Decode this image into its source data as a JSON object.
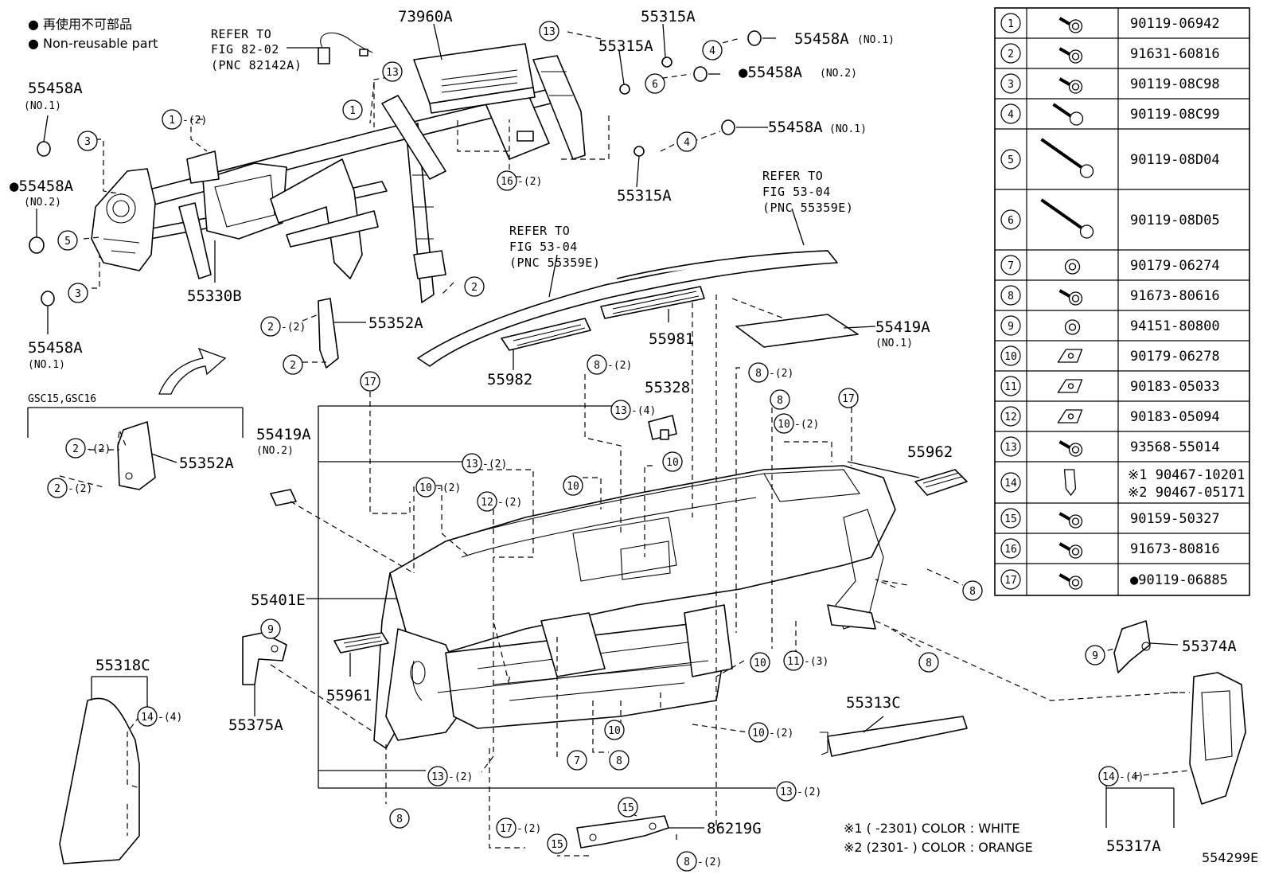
{
  "legend": {
    "line1": "● 再使用不可部品",
    "line2": "● Non-reusable part"
  },
  "figure_id": "554299E",
  "group_label": "GSC15,GSC16",
  "references": [
    {
      "line1": "REFER TO",
      "line2": "FIG 82-02",
      "line3": "(PNC 82142A)"
    },
    {
      "line1": "REFER TO",
      "line2": "FIG 53-04",
      "line3": "(PNC 55359E)"
    },
    {
      "line1": "REFER TO",
      "line2": "FIG 53-04",
      "line3": "(PNC 55359E)"
    }
  ],
  "part_labels": {
    "p73960A": "73960A",
    "p55315A_a": "55315A",
    "p55315A_b": "55315A",
    "p55315A_c": "55315A",
    "p55458A_1a": "55458A",
    "p55458A_1a_sub": "(NO.1)",
    "p55458A_2a": "55458A",
    "p55458A_2a_sub": "(NO.2)",
    "p55458A_1b": "55458A",
    "p55458A_1b_sub": "(NO.1)",
    "p55458A_r1": "55458A",
    "p55458A_r1_sub": "(NO.1)",
    "p55458A_r2": "55458A",
    "p55458A_r2_sub": "(NO.2)",
    "p55458A_r3": "55458A",
    "p55458A_r3_sub": "(NO.1)",
    "p55330B": "55330B",
    "p55352A_a": "55352A",
    "p55352A_b": "55352A",
    "p55982": "55982",
    "p55981": "55981",
    "p55419A_1": "55419A",
    "p55419A_1_sub": "(NO.1)",
    "p55419A_2": "55419A",
    "p55419A_2_sub": "(NO.2)",
    "p55328": "55328",
    "p55962": "55962",
    "p55401E": "55401E",
    "p55961": "55961",
    "p55318C": "55318C",
    "p55375A": "55375A",
    "p55313C": "55313C",
    "p55374A": "55374A",
    "p55317A": "55317A",
    "p86219G": "86219G"
  },
  "callouts": {
    "c13a": "13",
    "c13b": "13",
    "c4a": "4",
    "c6a": "6",
    "c4b": "4",
    "c1a": "1",
    "c1b": "1",
    "c1b_q": "-(2)",
    "c3a": "3",
    "c5a": "5",
    "c3b": "3",
    "c16": "16",
    "c16_q": "-(2)",
    "c2a": "2",
    "c2b": "2",
    "c2b_q": "-(2)",
    "c2c": "2",
    "c2d": "2",
    "c2d_q": "-(2)",
    "c2e": "2",
    "c2e_q": "-(2)",
    "c8a": "8",
    "c8a_q": "-(2)",
    "c8b": "8",
    "c8b_q": "-(2)",
    "c8c": "8",
    "c13c": "13",
    "c13c_q": "-(4)",
    "c17a": "17",
    "c17b": "17",
    "c10a": "10",
    "c10b": "10",
    "c10b_q": "-(2)",
    "c13d": "13",
    "c13d_q": "-(2)",
    "c10c": "10",
    "c10c_q": "-(2)",
    "c12": "12",
    "c12_q": "-(2)",
    "c10d": "10",
    "c8d": "8",
    "c11": "11",
    "c11_q": "-(3)",
    "c10e": "10",
    "c8e": "8",
    "c9a": "9",
    "c14a": "14",
    "c14a_q": "-(4)",
    "c7": "7",
    "c8f": "8",
    "c10f": "10",
    "c10g": "10",
    "c10g_q": "-(2)",
    "c13e": "13",
    "c13e_q": "-(2)",
    "c13f": "13",
    "c13f_q": "-(2)",
    "c8g": "8",
    "c17c": "17",
    "c17c_q": "-(2)",
    "c15a": "15",
    "c15b": "15",
    "c8h": "8",
    "c8h_q": "-(2)",
    "c9b": "9",
    "c14b": "14",
    "c14b_q": "-(4)"
  },
  "notes": {
    "n1": "※1 (      -2301) COLOR : WHITE",
    "n2": "※2 (2301-      ) COLOR : ORANGE"
  },
  "parts_table": {
    "rows": [
      {
        "num": "1",
        "icon": "bolt-flange-icon",
        "part": "90119-06942"
      },
      {
        "num": "2",
        "icon": "bolt-washer-icon",
        "part": "91631-60816"
      },
      {
        "num": "3",
        "icon": "bolt-flange-icon",
        "part": "90119-08C98"
      },
      {
        "num": "4",
        "icon": "bolt-long-icon",
        "part": "90119-08C99"
      },
      {
        "num": "5",
        "icon": "bolt-very-long-icon",
        "part": "90119-08D04"
      },
      {
        "num": "6",
        "icon": "bolt-very-long-icon",
        "part": "90119-08D05"
      },
      {
        "num": "7",
        "icon": "nut-icon",
        "part": "90179-06274"
      },
      {
        "num": "8",
        "icon": "bolt-flange-icon",
        "part": "91673-80616"
      },
      {
        "num": "9",
        "icon": "nut-washer-icon",
        "part": "94151-80800"
      },
      {
        "num": "10",
        "icon": "clip-nut-icon",
        "part": "90179-06278"
      },
      {
        "num": "11",
        "icon": "u-nut-icon",
        "part": "90183-05033"
      },
      {
        "num": "12",
        "icon": "u-nut-icon",
        "part": "90183-05094"
      },
      {
        "num": "13",
        "icon": "screw-icon",
        "part": "93568-55014"
      },
      {
        "num": "14",
        "icon": "clip-icon",
        "part_line1": "※1 90467-10201",
        "part_line2": "※2 90467-05171"
      },
      {
        "num": "15",
        "icon": "bolt-flange-icon",
        "part": "90159-50327"
      },
      {
        "num": "16",
        "icon": "bolt-flange-icon",
        "part": "91673-80816"
      },
      {
        "num": "17",
        "icon": "bolt-flange-icon",
        "part": "●90119-06885"
      }
    ]
  }
}
